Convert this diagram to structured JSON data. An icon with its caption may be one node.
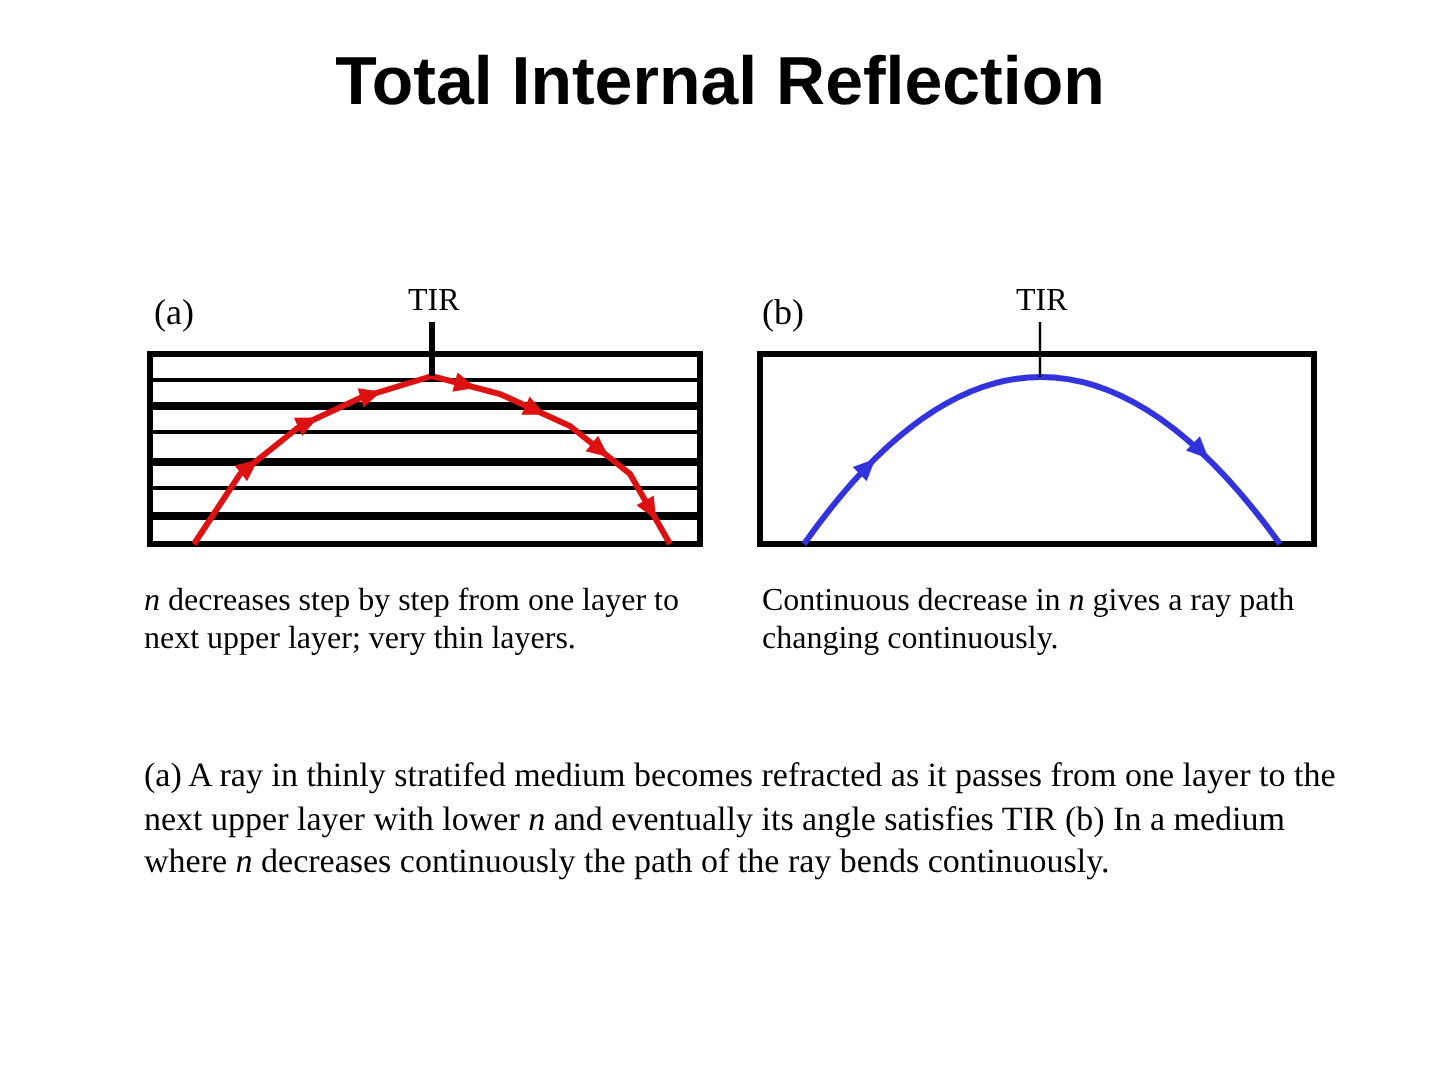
{
  "diagram": {
    "title": "Total Internal Reflection",
    "nodes": [
      {
        "text": [
          "TIR"
        ]
      },
      {
        "text": [
          "TIR"
        ]
      },
      {
        "text": [],
        "shape": "line"
      },
      {
        "text": [],
        "shape": "line"
      }
    ],
    "edges": [
      {
        "from": 0,
        "to": 2,
        "arrow": "none",
        "style": "thick"
      },
      {
        "from": 1,
        "to": 3,
        "arrow": "none"
      }
    ],
    "labels": [
      "(a)",
      "(b)",
      "*n* decreases step by step from one layer to next upper layer; very thin layers.",
      "Continuous decrease in *n* gives a ray path changing continuously.",
      "(a) A ray in thinly stratifed medium becomes refracted as it passes from one layer to the next upper layer with lower *n* and eventually its angle satisfies TIR (b) In a medium where *n* decreases continuously the path of the ray bends continuously."
    ]
  }
}
